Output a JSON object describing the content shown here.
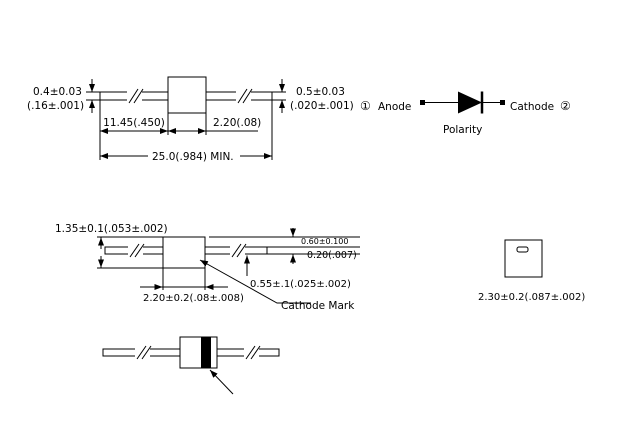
{
  "page": {
    "background": "#ffffff",
    "line_color": "#000000"
  },
  "top_view": {
    "left_lead_dia_mm": "0.4±0.03",
    "left_lead_dia_in": "(.16±.001)",
    "right_lead_dia_mm": "0.5±0.03",
    "right_lead_dia_in": "(.020±.001)",
    "lead_length": "11.45(.450)",
    "body_length": "2.20(.08)",
    "overall_length": "25.0(.984) MIN."
  },
  "polarity_symbol": {
    "pin1_marker": "①",
    "anode_label": "Anode",
    "cathode_label": "Cathode",
    "pin2_marker": "②",
    "caption": "Polarity"
  },
  "detail_view": {
    "body_dia": "1.35±0.1(.053±.002)",
    "mark_offset": "0.60±0.100",
    "lead_thickness": "0.20(.007)",
    "mark_width": "0.55±.1(.025±.002)",
    "body_length": "2.20±0.2(.08±.008)",
    "cathode_mark_label": "Cathode Mark"
  },
  "end_view": {
    "body_dia": "2.30±0.2(.087±.002)"
  }
}
